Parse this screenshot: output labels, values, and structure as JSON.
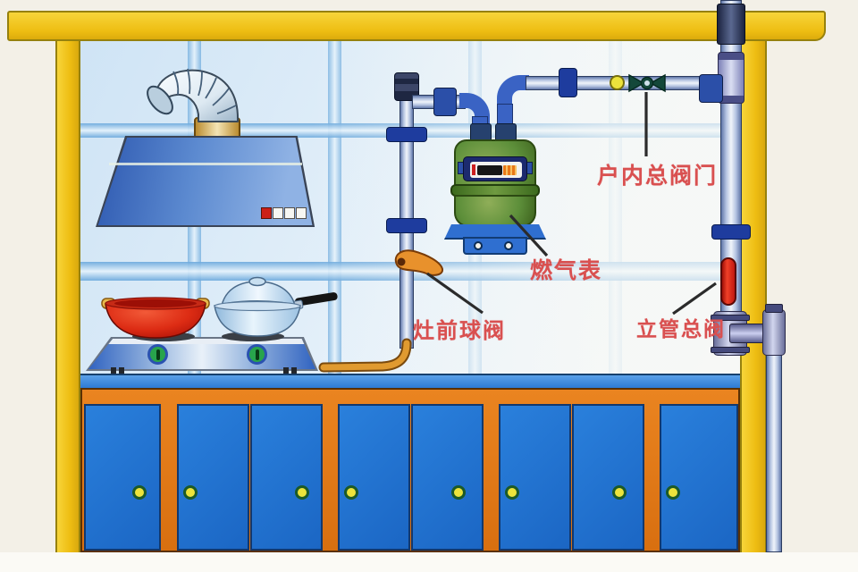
{
  "diagram": {
    "type": "kitchen-gas-pipeline-installation",
    "labels": {
      "stove_ball_valve": "灶前球阀",
      "gas_meter": "燃气表",
      "indoor_main_valve": "户内总阀门",
      "riser_main_valve": "立管总阀"
    },
    "colors": {
      "frame_yellow": "#f2c51c",
      "tile_blue": "#d9eaf7",
      "tile_line_blue": "#7ab2e0",
      "cabinet_blue": "#1f72d2",
      "cabinet_frame_orange": "#e07818",
      "knob_yellow": "#ece33c",
      "pipe_fitting_blue": "#3a63c4",
      "meter_green": "#5d8f3a",
      "meter_base_blue": "#2f6fd0",
      "hood_blue": "#4a78c8",
      "wok_red": "#d62818",
      "valve_handle_orange": "#e8912c",
      "riser_valve_red": "#e02818",
      "label_red": "#d95050"
    }
  }
}
